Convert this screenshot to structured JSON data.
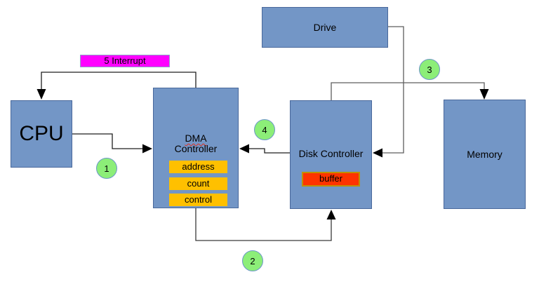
{
  "diagram": {
    "interrupt_badge": {
      "label": "5 Interrupt"
    },
    "boxes": {
      "cpu": {
        "label": "CPU"
      },
      "drive": {
        "label": "Drive"
      },
      "memory": {
        "label": "Memory"
      },
      "dma": {
        "title_line1": "DMA",
        "title_line2": "Controller",
        "registers": [
          "address",
          "count",
          "control"
        ]
      },
      "disk": {
        "label": "Disk Controller",
        "buffer_label": "buffer"
      }
    },
    "steps": [
      "1",
      "2",
      "3",
      "4"
    ],
    "connections": [
      {
        "id": "1",
        "from": "cpu",
        "to": "dma-controller"
      },
      {
        "id": "2",
        "from": "dma-controller",
        "to": "disk-controller"
      },
      {
        "id": "3",
        "from": "disk-controller",
        "to": "memory"
      },
      {
        "id": "4",
        "from": "disk-controller",
        "to": "dma-controller"
      },
      {
        "id": "5",
        "from": "dma-controller",
        "to": "cpu",
        "label": "5 Interrupt"
      },
      {
        "id": "drive-link",
        "from": "drive",
        "to": "disk-controller"
      }
    ],
    "colors": {
      "box_fill": "#7396C6",
      "box_border": "#49689B",
      "register_fill": "#FFC000",
      "buffer_fill": "#FF3300",
      "buffer_border": "#BF9000",
      "interrupt_fill": "#FF00FF",
      "interrupt_border": "#8EA6C8",
      "step_circle_fill": "#8CEE78",
      "step_circle_border": "#6C96C8",
      "connector_dark": "#1F1F1F",
      "connector_gray": "#5E5E5E",
      "spellcheck_squiggle": "#E0301E"
    }
  }
}
